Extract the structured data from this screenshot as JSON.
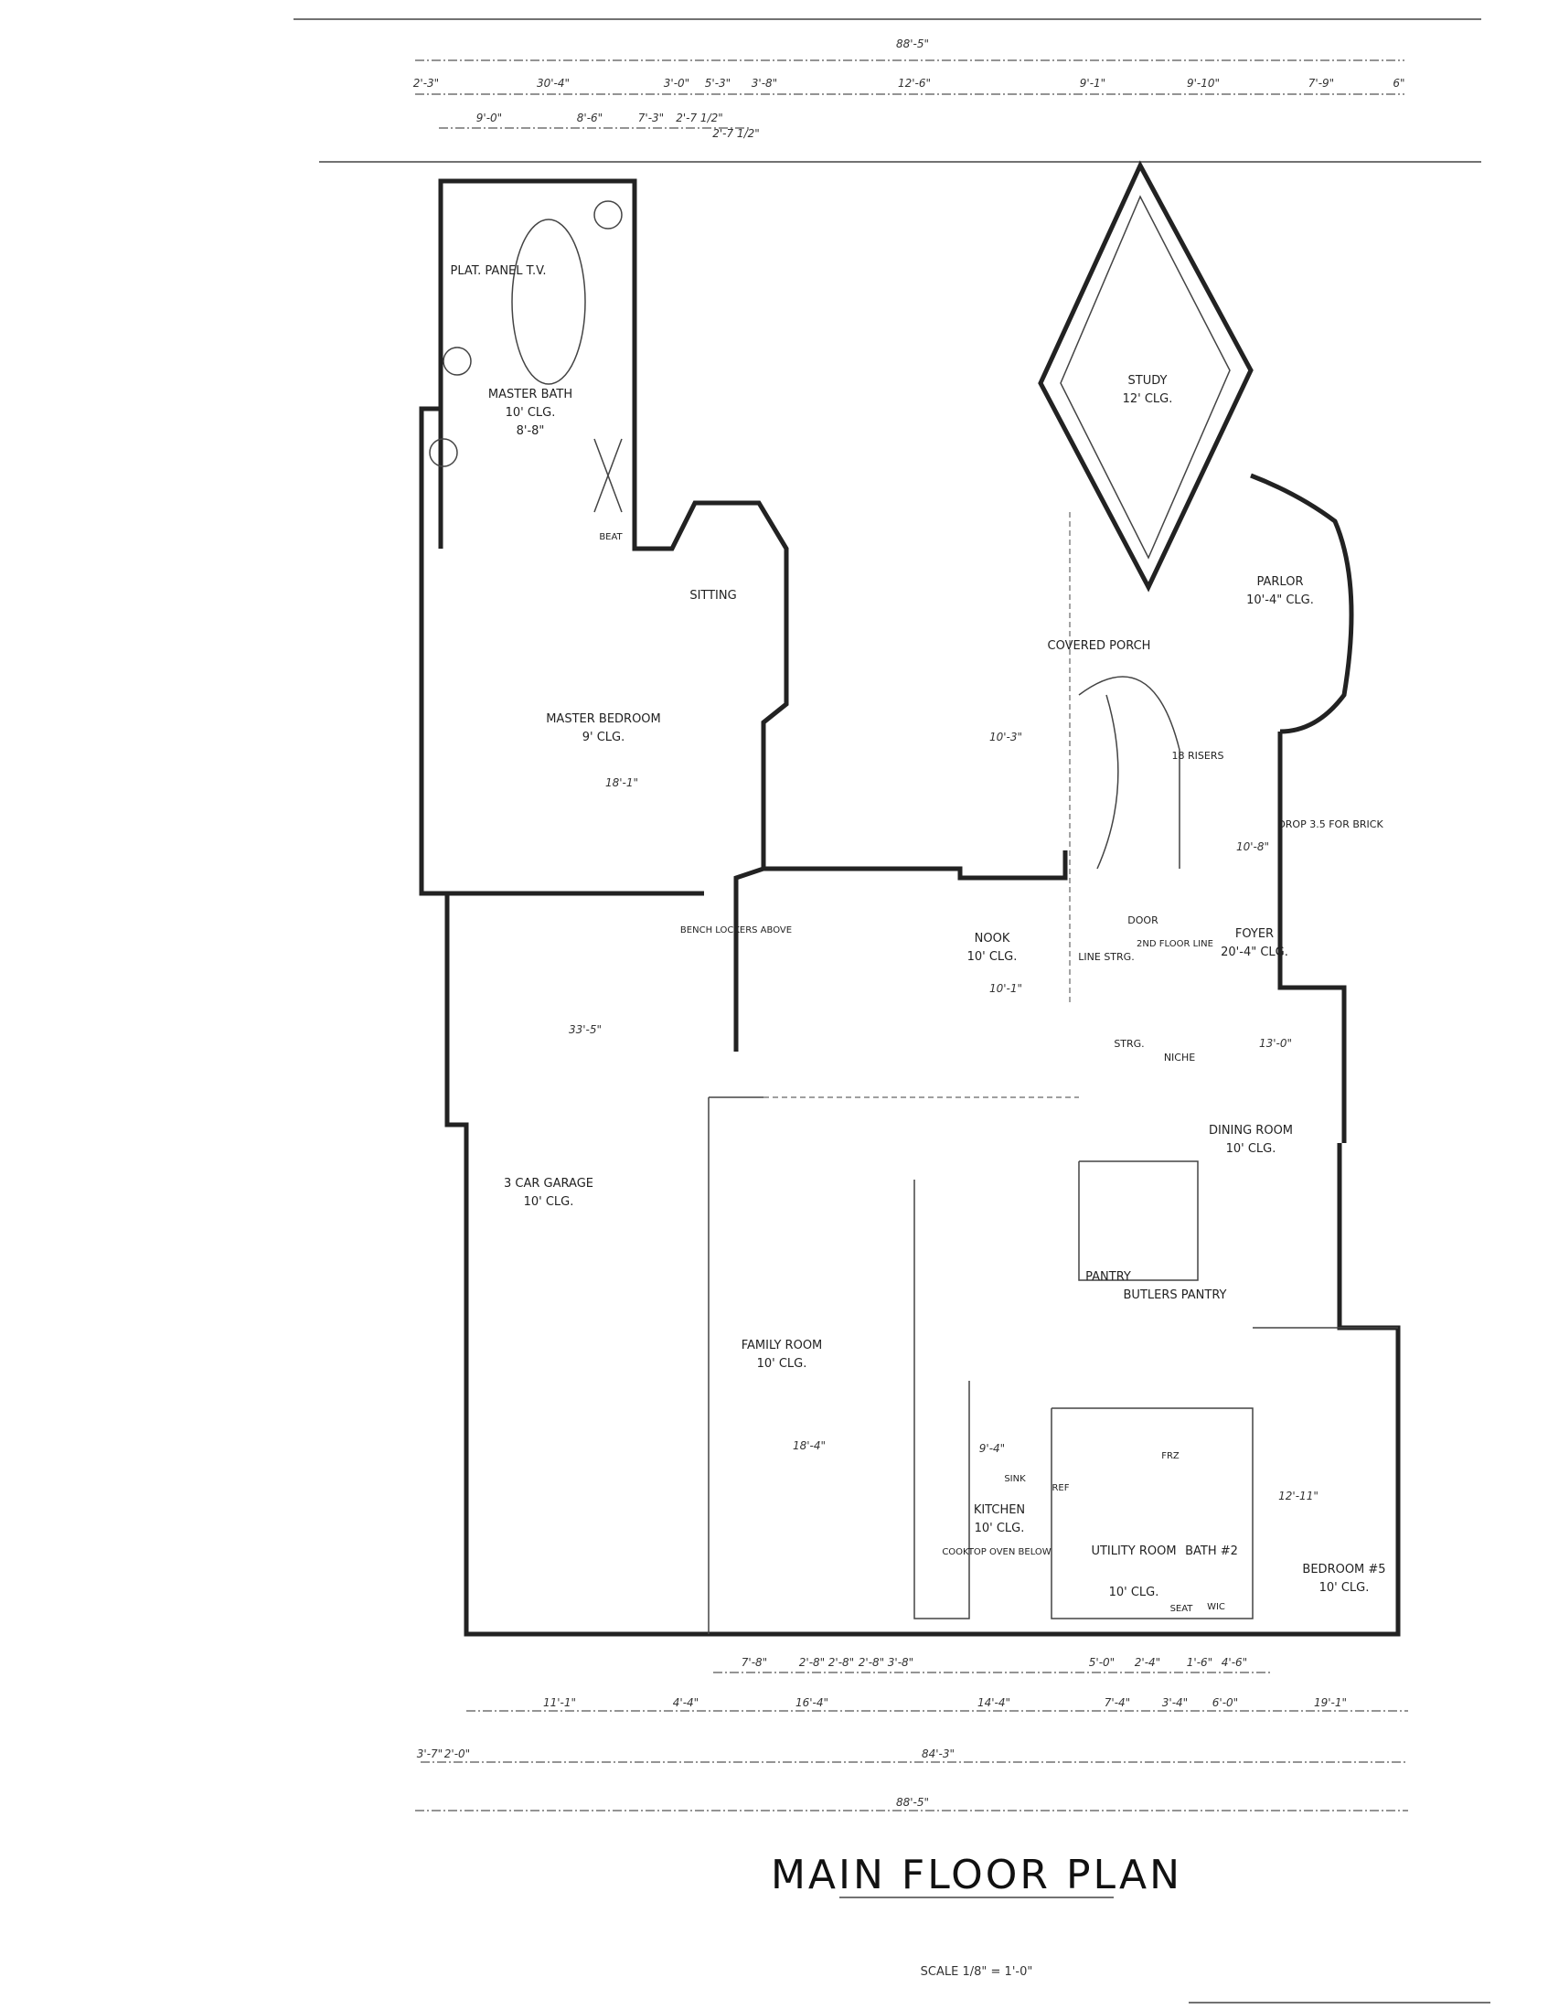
{
  "title": "MAIN FLOOR PLAN",
  "scale": "SCALE 1/8\" = 1'-0\"",
  "dimensions": {
    "overall_top": "88'-5\"",
    "top_row": [
      "2'-3\"",
      "30'-4\"",
      "3'-0\"",
      "5'-3\"",
      "3'-8\"",
      "12'-6\"",
      "9'-1\"",
      "9'-10\"",
      "7'-9\"",
      "6\""
    ],
    "second_row": [
      "9'-0\"",
      "8'-6\"",
      "7'-3\"",
      "2'-7 1/2\"",
      "2'-7 1/2\""
    ],
    "bottom_row1": [
      "7'-8\"",
      "2'-8\"",
      "2'-8\"",
      "2'-8\"",
      "3'-8\"",
      "5'-0\"",
      "2'-4\"",
      "1'-6\"",
      "4'-6\""
    ],
    "bottom_row2": [
      "11'-1\"",
      "4'-4\"",
      "16'-4\"",
      "14'-4\"",
      "7'-4\"",
      "3'-4\"",
      "6'-0\"",
      "19'-1\""
    ],
    "bottom_row3": [
      "3'-7\"",
      "2'-0\"",
      "84'-3\""
    ],
    "overall_bottom": "88'-5\""
  },
  "rooms": [
    {
      "name": "MASTER BATH",
      "note": "10' CLG.",
      "size": "8'-8\""
    },
    {
      "name": "PLAT. PANEL T.V.",
      "note": "",
      "size": ""
    },
    {
      "name": "MASTER BEDROOM",
      "note": "9' CLG.",
      "size": "18'-1\""
    },
    {
      "name": "SITTING",
      "note": "",
      "size": ""
    },
    {
      "name": "STUDY",
      "note": "12' CLG.",
      "size": ""
    },
    {
      "name": "PARLOR",
      "note": "10'-4\" CLG.",
      "size": ""
    },
    {
      "name": "COVERED PORCH",
      "note": "",
      "size": "10'-3\""
    },
    {
      "name": "NOOK",
      "note": "10' CLG.",
      "size": "10'-1\""
    },
    {
      "name": "FOYER",
      "note": "20'-4\" CLG.",
      "size": "10'-8\""
    },
    {
      "name": "DINING ROOM",
      "note": "10' CLG.",
      "size": "13'-0\""
    },
    {
      "name": "PANTRY",
      "note": "",
      "size": ""
    },
    {
      "name": "BUTLERS PANTRY",
      "note": "",
      "size": ""
    },
    {
      "name": "KITCHEN",
      "note": "10' CLG.",
      "size": "9'-4\""
    },
    {
      "name": "FAMILY ROOM",
      "note": "10' CLG.",
      "size": "18'-4\""
    },
    {
      "name": "3 CAR GARAGE",
      "note": "10' CLG.",
      "size": "33'-5\""
    },
    {
      "name": "UTILITY ROOM",
      "note": "10' CLG.",
      "size": ""
    },
    {
      "name": "BATH #2",
      "note": "",
      "size": ""
    },
    {
      "name": "BEDROOM #5",
      "note": "10' CLG.",
      "size": "12'-11\""
    }
  ],
  "annotations": [
    "BENCH LOCKERS ABOVE",
    "LINE STRG.",
    "STRG.",
    "NICHE",
    "DROP 3.5 FOR BRICK",
    "18 RISERS",
    "DOOR",
    "2ND FLOOR LINE",
    "COOKTOP OVEN BELOW",
    "SINK",
    "REF",
    "FRZ",
    "WIC",
    "SEAT",
    "BEAT"
  ]
}
